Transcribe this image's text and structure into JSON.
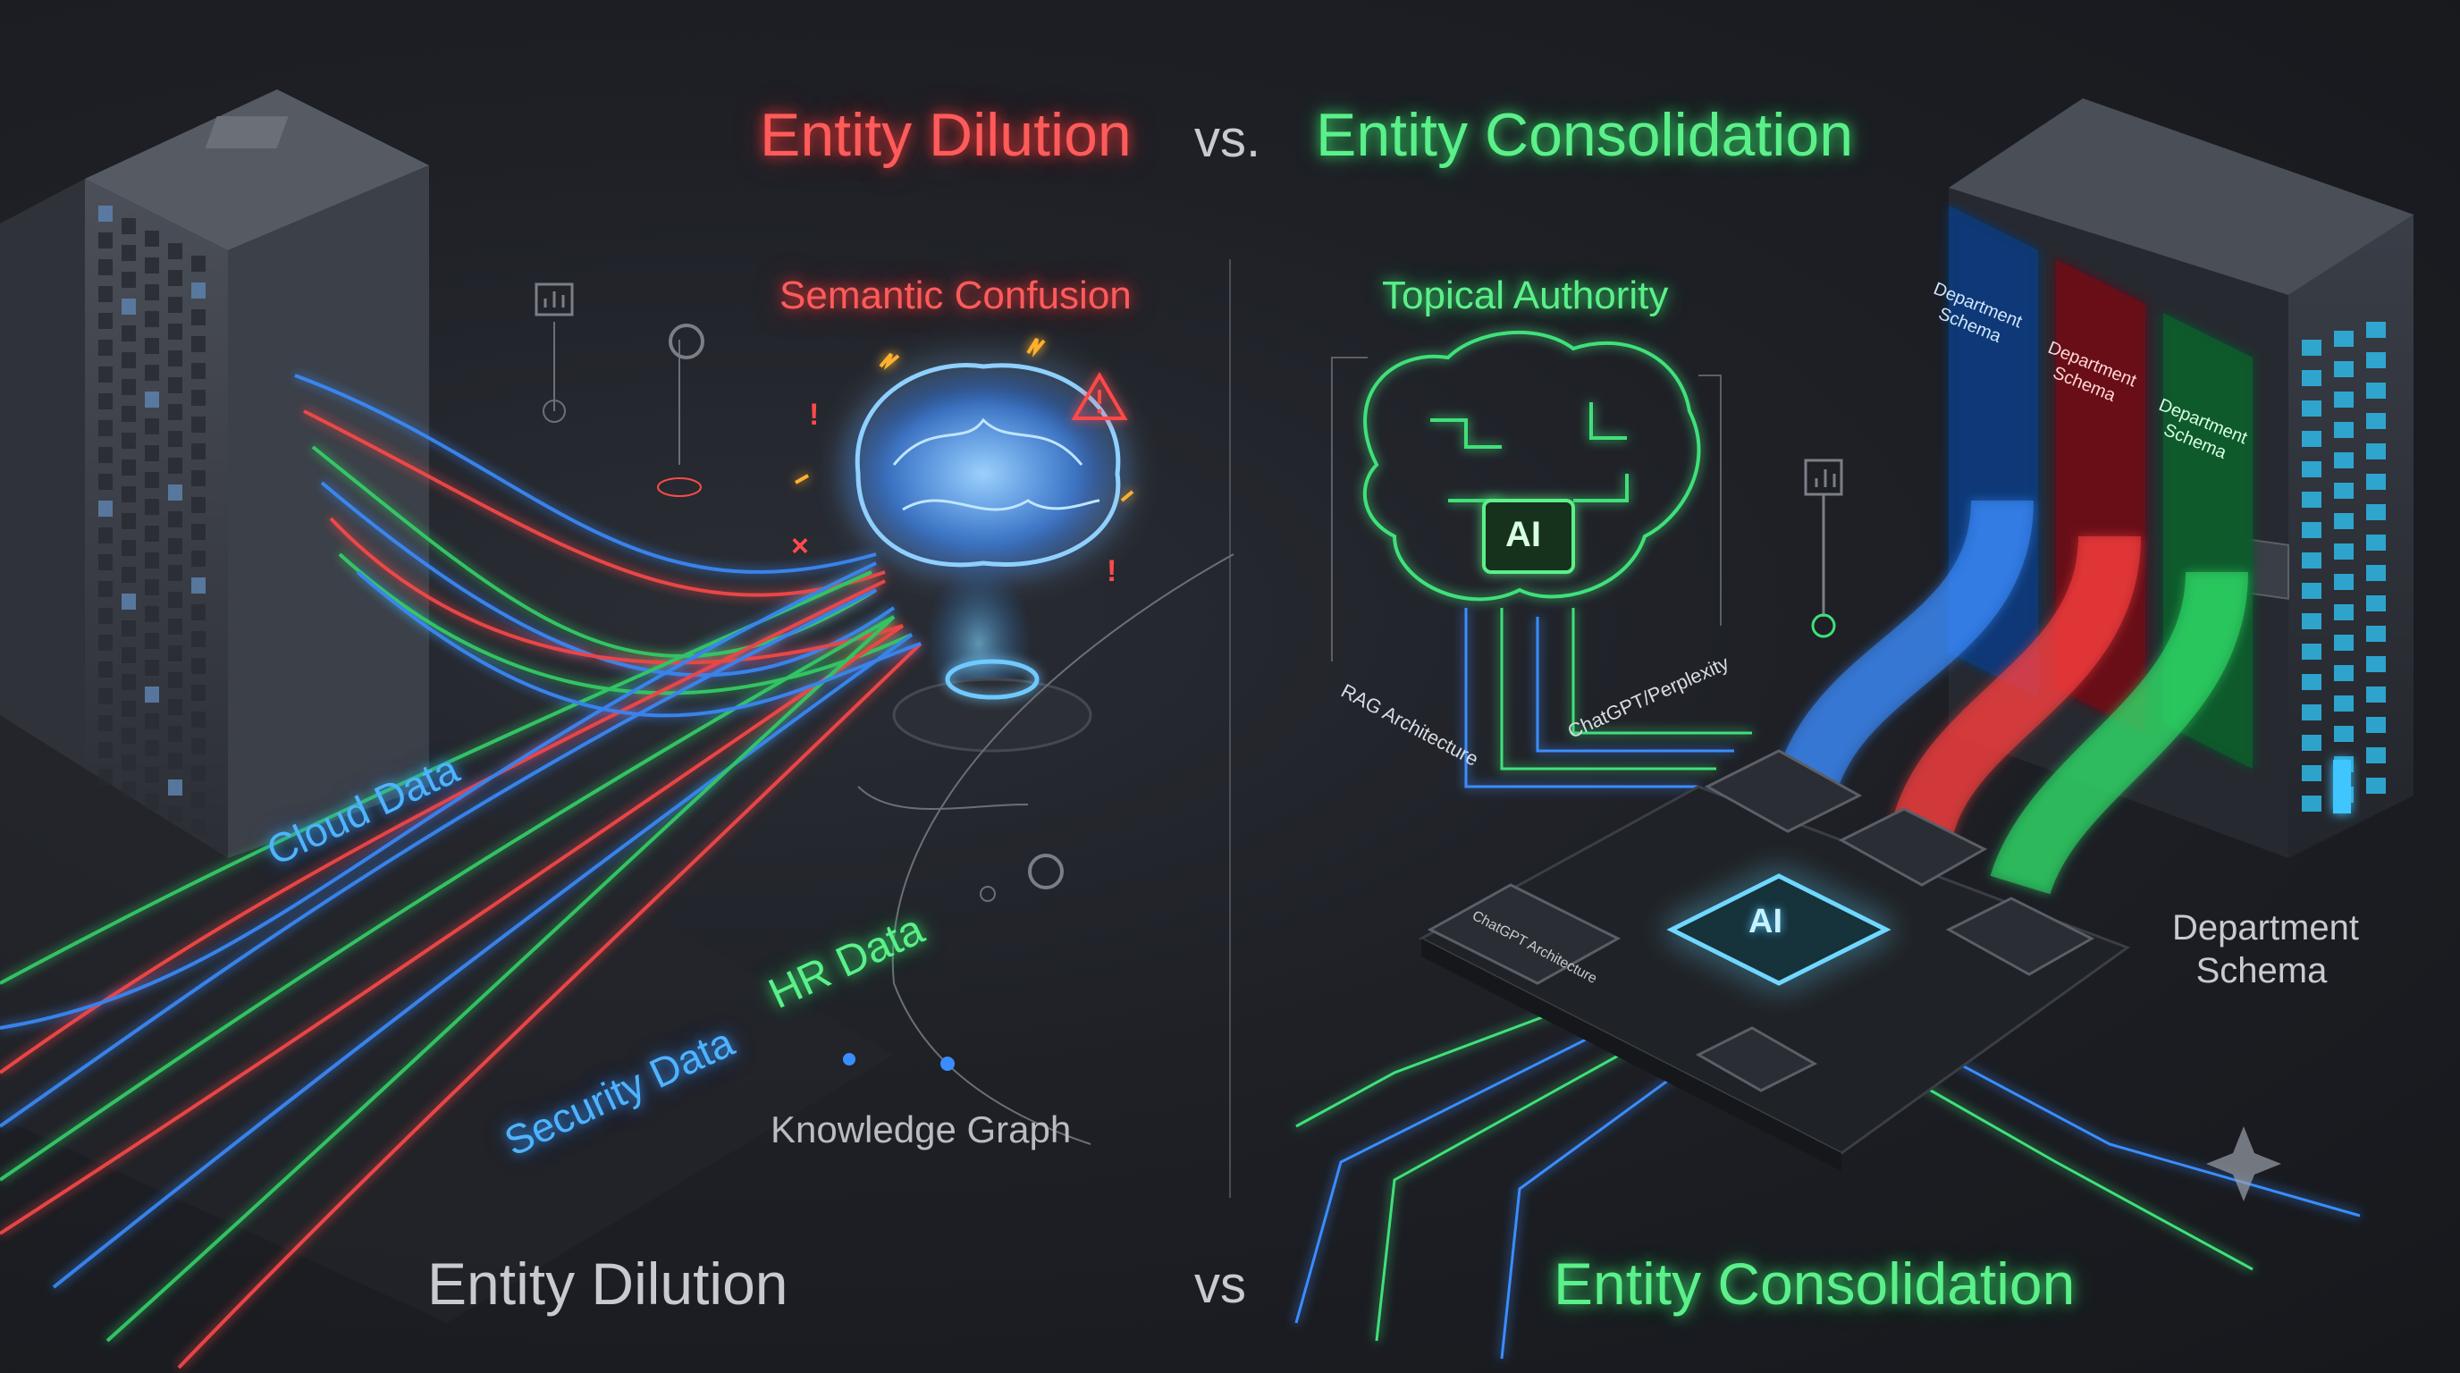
{
  "header": {
    "left_title": "Entity Dilution",
    "vs": "vs.",
    "right_title": "Entity Consolidation"
  },
  "left_panel": {
    "concern_label": "Semantic Confusion",
    "data_labels": {
      "cloud": "Cloud Data",
      "hr": "HR Data",
      "security": "Security Data"
    },
    "graph_label": "Knowledge Graph"
  },
  "right_panel": {
    "authority_label": "Topical Authority",
    "brain_chip_label": "AI",
    "rag_label": "RAG Architecture",
    "llm_label": "ChatGPT/Perplexity",
    "center_chip_label": "AI",
    "chip_side_label": "ChatGPT Architecture",
    "schema_label": "Department Schema",
    "schema_tags": [
      "Department Schema",
      "Department Schema",
      "Department Schema"
    ]
  },
  "footer": {
    "left": "Entity Dilution",
    "vs": "vs",
    "right": "Entity Consolidation"
  },
  "colors": {
    "background": "#1b1d22",
    "dilution_red": "#ff5b5b",
    "consolidation_green": "#5bf08a",
    "data_blue": "#4fb3ff"
  }
}
